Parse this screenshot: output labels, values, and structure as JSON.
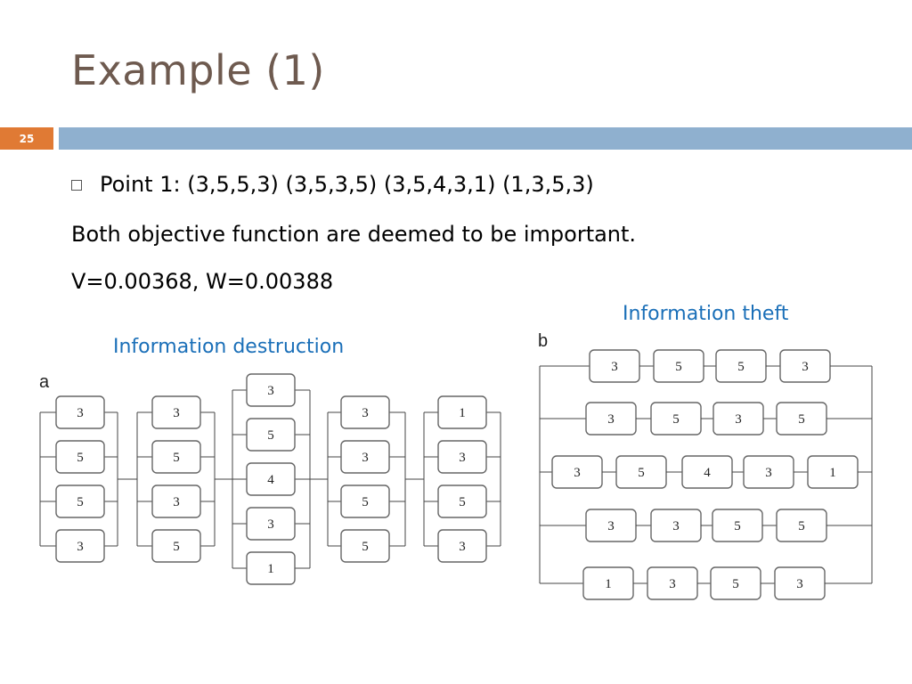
{
  "slide": {
    "title": "Example (1)",
    "number": "25",
    "point": "Point 1: (3,5,5,3) (3,5,3,5) (3,5,4,3,1) (1,3,5,3)",
    "line2": "Both objective function are deemed to be important.",
    "line3": "V=0.00368, W=0.00388"
  },
  "figures": {
    "a": {
      "caption": "Information destruction",
      "letter": "a",
      "subsystems": [
        [
          "3",
          "5",
          "5",
          "3"
        ],
        [
          "3",
          "5",
          "3",
          "5"
        ],
        [
          "3",
          "5",
          "4",
          "3",
          "1"
        ],
        [
          "3",
          "3",
          "5",
          "5"
        ],
        [
          "1",
          "3",
          "5",
          "3"
        ]
      ]
    },
    "b": {
      "caption": "Information theft",
      "letter": "b",
      "paths": [
        [
          "3",
          "5",
          "5",
          "3"
        ],
        [
          "3",
          "5",
          "3",
          "5"
        ],
        [
          "3",
          "5",
          "4",
          "3",
          "1"
        ],
        [
          "3",
          "3",
          "5",
          "5"
        ],
        [
          "1",
          "3",
          "5",
          "3"
        ]
      ]
    }
  },
  "colors": {
    "title": "#6e5a4f",
    "accent_orange": "#e07a34",
    "accent_blue": "#8fb0cf",
    "caption_blue": "#1a6fb8"
  }
}
